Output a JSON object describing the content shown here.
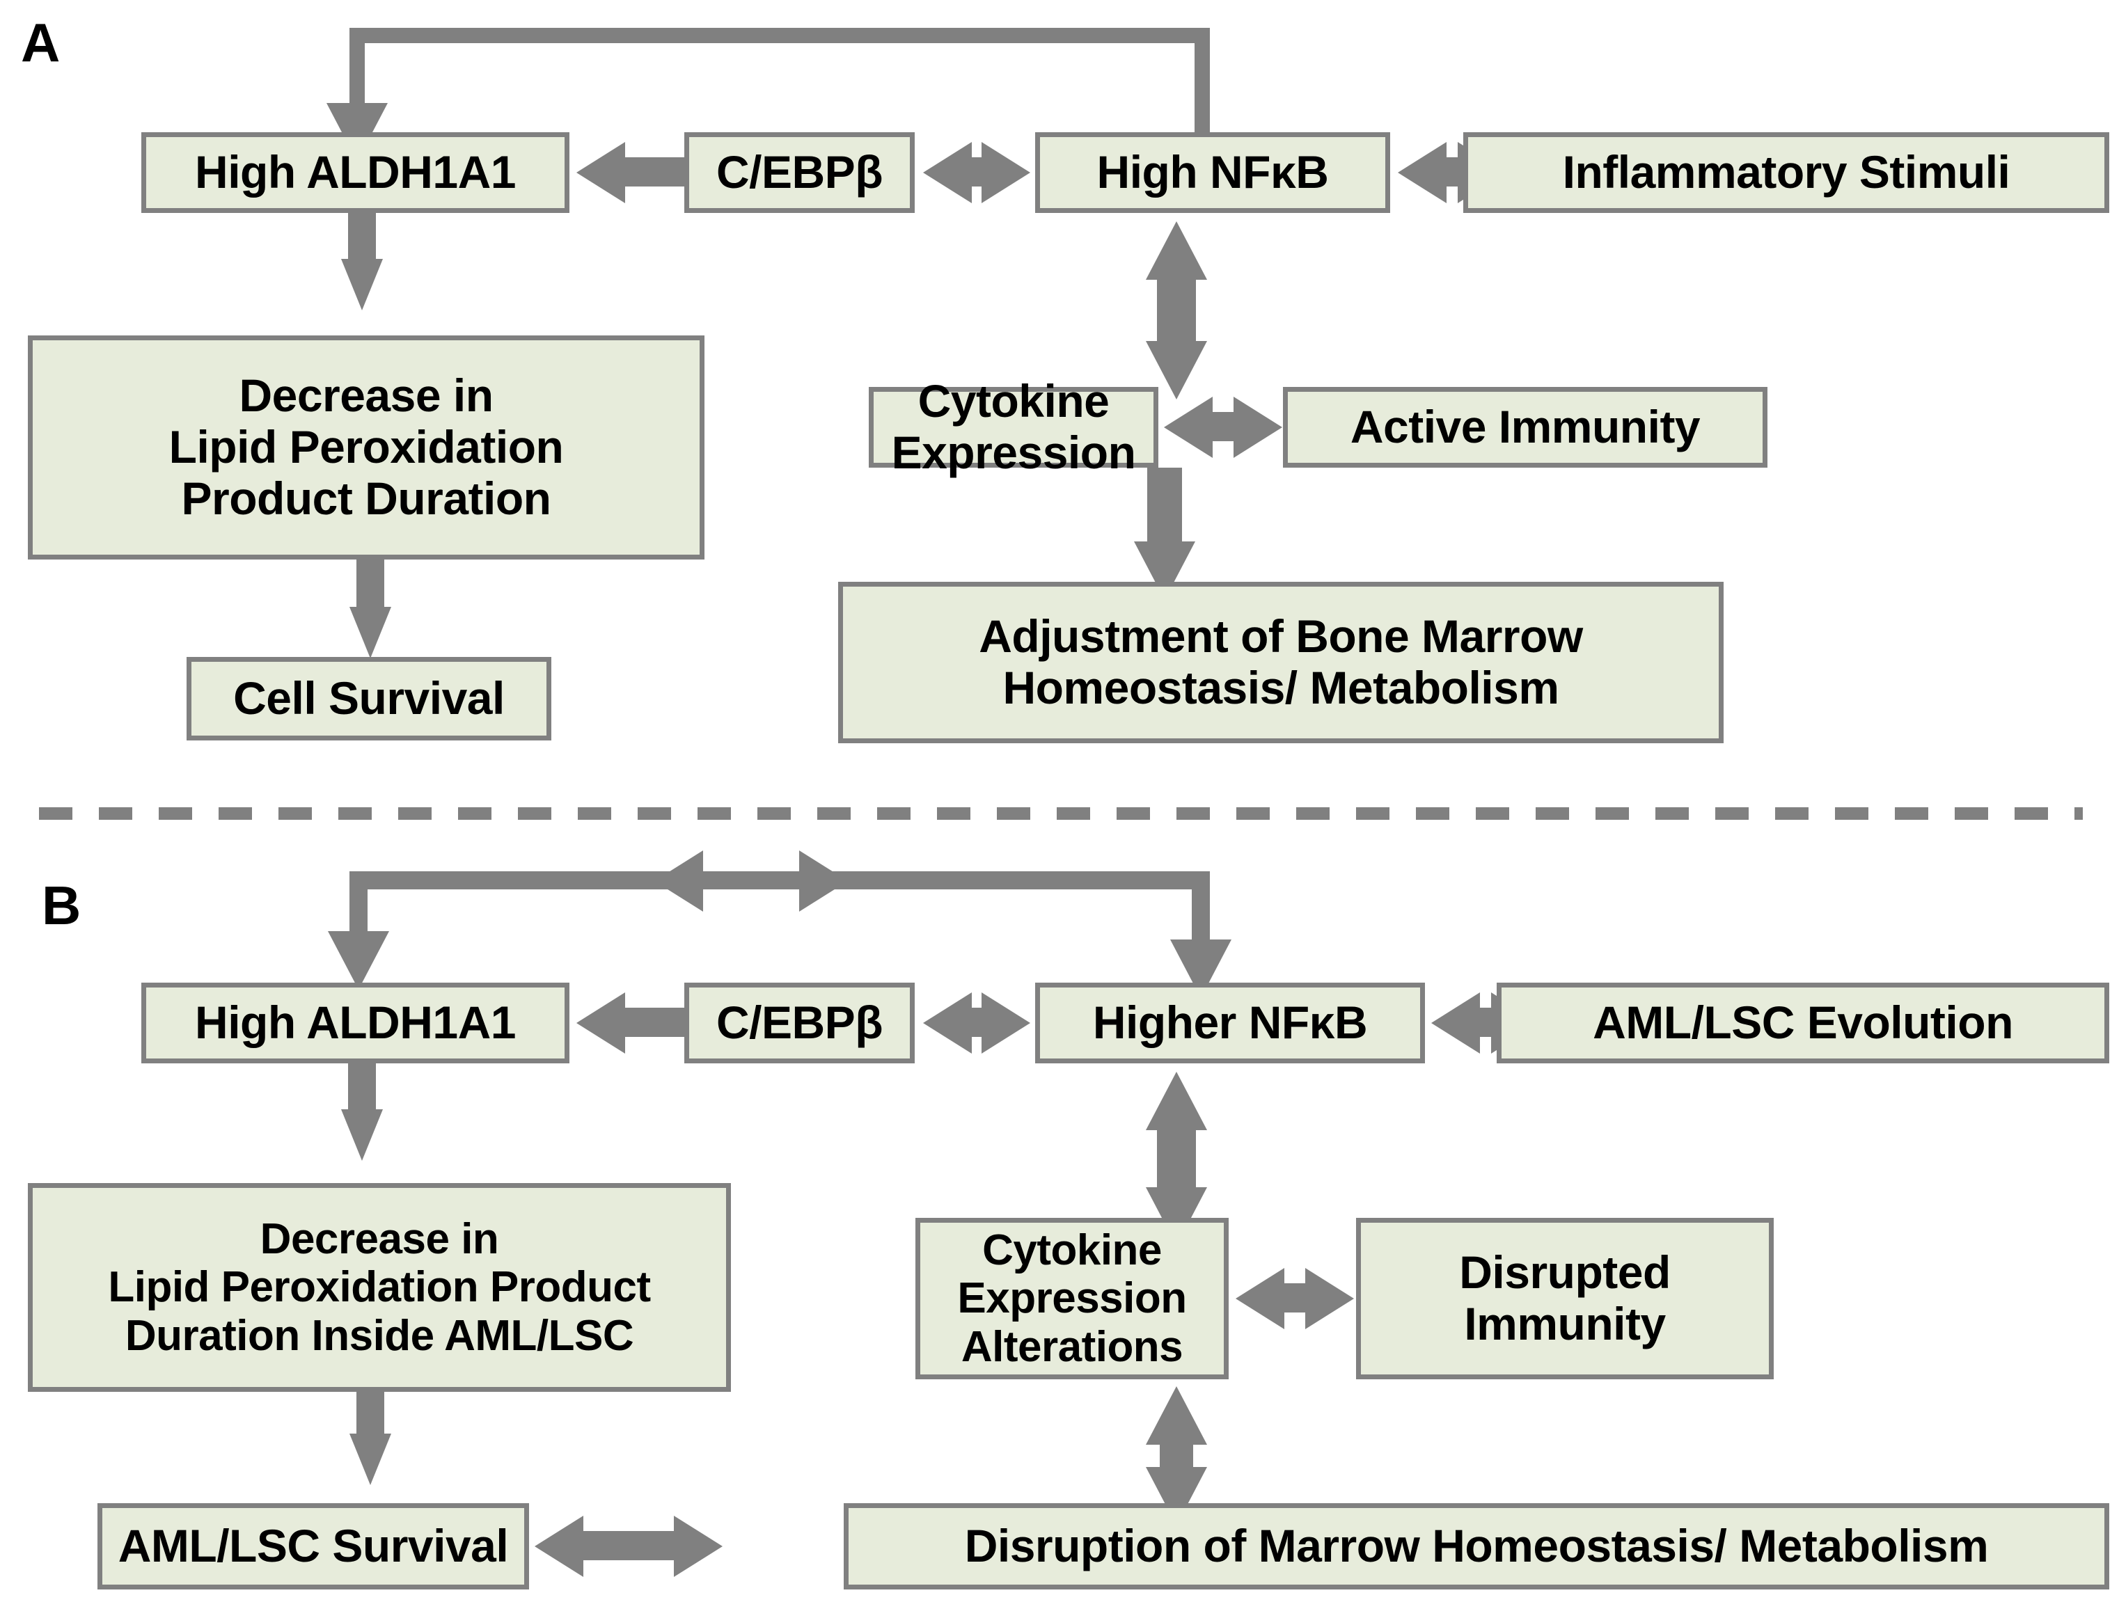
{
  "figure": {
    "type": "diagram",
    "subtype": "flowchart",
    "background_color": "#ffffff",
    "node_fill_color": "#e7ecdb",
    "node_border_color": "#808080",
    "connector_color": "#808080",
    "text_color": "#000000",
    "divider_style": "dashed-horizontal"
  },
  "panels": [
    {
      "id": "A",
      "letter": "A",
      "nodes": {
        "aldh": "High ALDH1A1",
        "cebpb": "C/EBPβ",
        "nfkb": "High NFκB",
        "stimuli": "Inflammatory Stimuli",
        "decrease": "Decrease in\nLipid Peroxidation\nProduct Duration",
        "cytokine": "Cytokine Expression",
        "immunity": "Active Immunity",
        "survival": "Cell Survival",
        "marrow": "Adjustment of Bone Marrow\nHomeostasis/ Metabolism"
      },
      "edges": [
        {
          "from": "nfkb",
          "to": "aldh",
          "style": "feedback-loop-top",
          "direction": "one-way"
        },
        {
          "from": "cebpb",
          "to": "aldh",
          "direction": "one-way"
        },
        {
          "from": "cebpb",
          "to": "nfkb",
          "direction": "two-way"
        },
        {
          "from": "nfkb",
          "to": "stimuli",
          "direction": "two-way"
        },
        {
          "from": "aldh",
          "to": "decrease",
          "direction": "one-way"
        },
        {
          "from": "decrease",
          "to": "survival",
          "direction": "one-way"
        },
        {
          "from": "nfkb",
          "to": "cytokine",
          "direction": "two-way"
        },
        {
          "from": "cytokine",
          "to": "immunity",
          "direction": "two-way"
        },
        {
          "from": "cytokine",
          "to": "marrow",
          "direction": "one-way"
        }
      ]
    },
    {
      "id": "B",
      "letter": "B",
      "nodes": {
        "aldh": "High ALDH1A1",
        "cebpb": "C/EBPβ",
        "nfkb": "Higher NFκB",
        "evolution": "AML/LSC Evolution",
        "decrease": "Decrease in\nLipid Peroxidation Product\nDuration Inside AML/LSC",
        "cytokine": "Cytokine Expression\nAlterations",
        "immunity": "Disrupted\nImmunity",
        "survival": "AML/LSC Survival",
        "marrow": "Disruption of Marrow Homeostasis/ Metabolism"
      },
      "edges": [
        {
          "from": "nfkb",
          "to": "aldh",
          "style": "feedback-loop-top",
          "direction": "two-way"
        },
        {
          "from": "cebpb",
          "to": "aldh",
          "direction": "one-way"
        },
        {
          "from": "cebpb",
          "to": "nfkb",
          "direction": "two-way"
        },
        {
          "from": "nfkb",
          "to": "evolution",
          "direction": "two-way"
        },
        {
          "from": "aldh",
          "to": "decrease",
          "direction": "one-way"
        },
        {
          "from": "decrease",
          "to": "survival",
          "direction": "one-way"
        },
        {
          "from": "nfkb",
          "to": "cytokine",
          "direction": "two-way"
        },
        {
          "from": "cytokine",
          "to": "immunity",
          "direction": "two-way"
        },
        {
          "from": "cytokine",
          "to": "marrow",
          "direction": "two-way"
        },
        {
          "from": "survival",
          "to": "marrow",
          "direction": "two-way"
        }
      ]
    }
  ]
}
